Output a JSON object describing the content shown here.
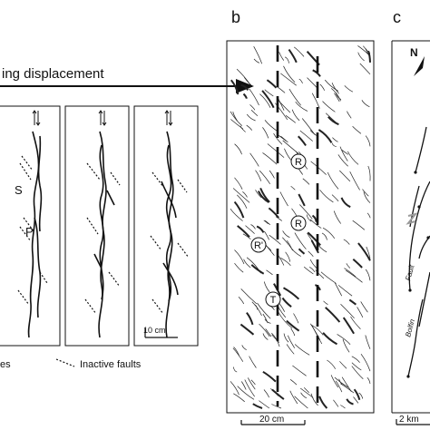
{
  "panels": {
    "a": {
      "arrow_label": "ing displacement",
      "label_s": "S",
      "label_p": "P",
      "scale_label": "10 cm",
      "legend_active": "es",
      "legend_inactive": "Inactive faults"
    },
    "b": {
      "letter": "b",
      "circle_r1": "R",
      "circle_r2": "R",
      "circle_r3": "R'",
      "circle_t": "T",
      "scale_label": "20 cm"
    },
    "c": {
      "letter": "c",
      "north": "N",
      "fault_label": "Fault",
      "bolfin_label": "Bolfin",
      "scale_label": "2 km"
    }
  },
  "colors": {
    "ink": "#111111",
    "accent": "#9a9a9a"
  }
}
